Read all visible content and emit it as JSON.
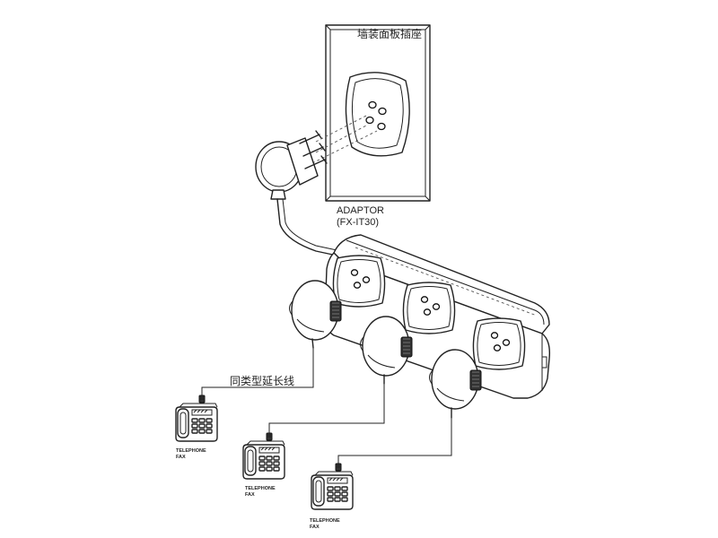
{
  "labels": {
    "wall_socket": "墙装面板插座",
    "adaptor_name": "ADAPTOR",
    "adaptor_model": "(FX-IT30)",
    "extension_cord": "同类型延长线"
  },
  "phones": [
    {
      "line1": "TELEPHONE",
      "line2": "FAX"
    },
    {
      "line1": "TELEPHONE",
      "line2": "FAX"
    },
    {
      "line1": "TELEPHONE",
      "line2": "FAX"
    }
  ]
}
